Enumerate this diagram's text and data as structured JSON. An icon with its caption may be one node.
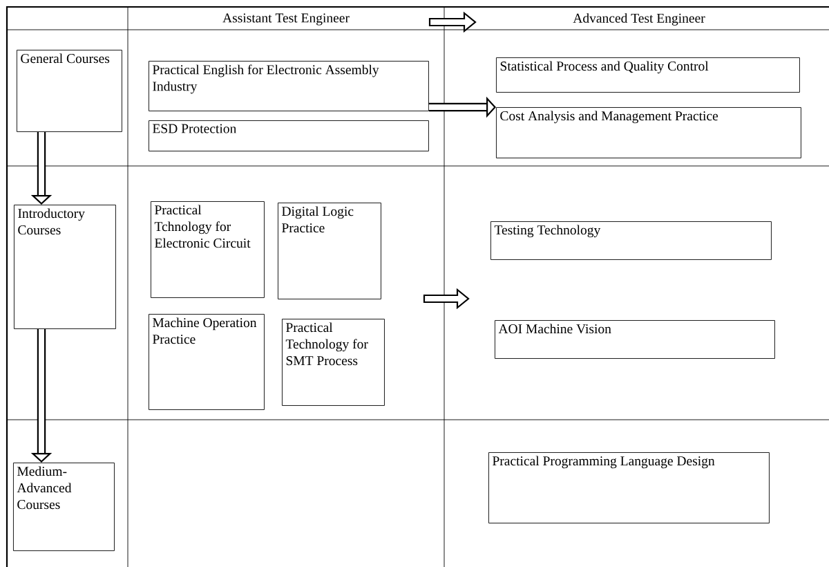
{
  "diagram": {
    "nodes": [
      {
        "text": [
          "General Courses"
        ]
      },
      {
        "text": [
          "Practical English for Electronic  Assembly Industry"
        ]
      },
      {
        "text": [
          "ESD Protection"
        ]
      },
      {
        "text": [
          "Statistical Process and Quality Control"
        ]
      },
      {
        "text": [
          "Cost Analysis and Management Practice"
        ]
      },
      {
        "text": [
          "Introductory Courses"
        ]
      },
      {
        "text": [
          "Practical Tchnology for Electronic Circuit"
        ]
      },
      {
        "text": [
          "Digital Logic Practice"
        ]
      },
      {
        "text": [
          "Machine Operation Practice"
        ]
      },
      {
        "text": [
          "Practical Technology for SMT Process"
        ]
      },
      {
        "text": [
          "Testing Technology"
        ]
      },
      {
        "text": [
          "AOI Machine Vision"
        ]
      },
      {
        "text": [
          "Medium-Advanced Courses"
        ]
      },
      {
        "text": [
          "Practical Programming  Language Design"
        ]
      }
    ],
    "edges": [
      {
        "from": 1,
        "to": 4,
        "arrow": "to"
      },
      {
        "from": 0,
        "to": 5,
        "arrow": "to"
      },
      {
        "from": 5,
        "to": 12,
        "arrow": "to"
      }
    ],
    "labels": [
      "Assistant Test Engineer",
      "Advanced Test Engineer"
    ]
  }
}
